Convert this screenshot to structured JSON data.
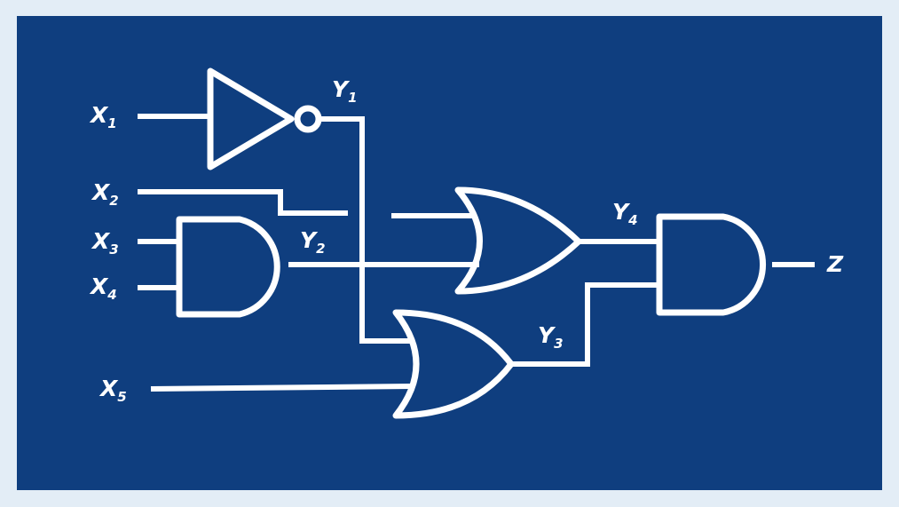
{
  "colors": {
    "background": "#0f3e7f",
    "frame": "#e3edf6",
    "lines": "#ffffff"
  },
  "labels": {
    "x1": {
      "letter": "X",
      "sub": "1"
    },
    "x2": {
      "letter": "X",
      "sub": "2"
    },
    "x3": {
      "letter": "X",
      "sub": "3"
    },
    "x4": {
      "letter": "X",
      "sub": "4"
    },
    "x5": {
      "letter": "X",
      "sub": "5"
    },
    "y1": {
      "letter": "Y",
      "sub": "1"
    },
    "y2": {
      "letter": "Y",
      "sub": "2"
    },
    "y3": {
      "letter": "Y",
      "sub": "3"
    },
    "y4": {
      "letter": "Y",
      "sub": "4"
    },
    "z": {
      "letter": "Z",
      "sub": ""
    }
  },
  "gates": [
    {
      "id": "not-gate",
      "type": "NOT",
      "output": "Y1"
    },
    {
      "id": "and-gate-1",
      "type": "AND",
      "output": "Y2"
    },
    {
      "id": "or-gate-1",
      "type": "OR",
      "output": "Y4"
    },
    {
      "id": "or-gate-2",
      "type": "OR",
      "output": "Y3"
    },
    {
      "id": "and-gate-2",
      "type": "AND",
      "output": "Z"
    }
  ]
}
